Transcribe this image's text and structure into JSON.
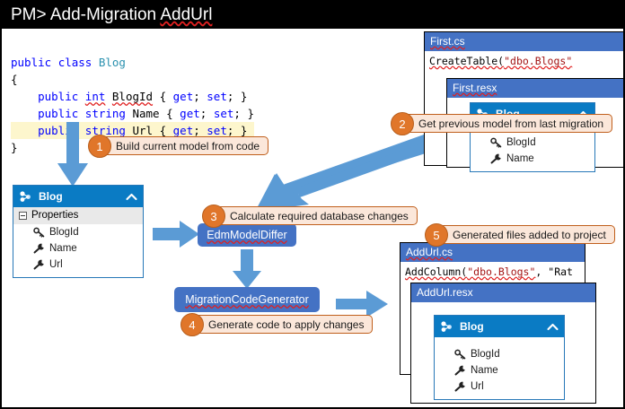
{
  "titlebar": {
    "prompt": "PM> Add-Migration ",
    "command": "AddUrl"
  },
  "code": {
    "lines": [
      {
        "parts": [
          {
            "t": "public ",
            "c": "kw"
          },
          {
            "t": "class ",
            "c": "kw"
          },
          {
            "t": "Blog",
            "c": "typ"
          }
        ]
      },
      {
        "parts": [
          {
            "t": "{",
            "c": "pl"
          }
        ]
      },
      {
        "parts": [
          {
            "t": "    public ",
            "c": "kw"
          },
          {
            "t": "int",
            "c": "kw sq"
          },
          {
            "t": " ",
            "c": "pl"
          },
          {
            "t": "BlogId",
            "c": "pl sq"
          },
          {
            "t": " { ",
            "c": "pl"
          },
          {
            "t": "get",
            "c": "kw"
          },
          {
            "t": "; ",
            "c": "pl"
          },
          {
            "t": "set",
            "c": "kw"
          },
          {
            "t": "; }",
            "c": "pl"
          }
        ]
      },
      {
        "parts": [
          {
            "t": "    public ",
            "c": "kw"
          },
          {
            "t": "string",
            "c": "kw"
          },
          {
            "t": " Name { ",
            "c": "pl"
          },
          {
            "t": "get",
            "c": "kw"
          },
          {
            "t": "; ",
            "c": "pl"
          },
          {
            "t": "set",
            "c": "kw"
          },
          {
            "t": "; }",
            "c": "pl"
          }
        ]
      },
      {
        "highlight": true,
        "parts": [
          {
            "t": "    public ",
            "c": "kw"
          },
          {
            "t": "string",
            "c": "kw"
          },
          {
            "t": " ",
            "c": "pl"
          },
          {
            "t": "Url",
            "c": "pl sq"
          },
          {
            "t": " { ",
            "c": "pl"
          },
          {
            "t": "get",
            "c": "kw"
          },
          {
            "t": "; ",
            "c": "pl"
          },
          {
            "t": "set",
            "c": "kw"
          },
          {
            "t": "; }",
            "c": "pl"
          }
        ]
      },
      {
        "parts": [
          {
            "t": "}",
            "c": "pl"
          }
        ]
      }
    ]
  },
  "callouts": [
    {
      "number": "1",
      "text": "Build current model from code"
    },
    {
      "number": "2",
      "text": "Get previous model from last migration"
    },
    {
      "number": "3",
      "text": "Calculate required database changes"
    },
    {
      "number": "4",
      "text": "Generate code to apply changes"
    },
    {
      "number": "5",
      "text": "Generated files added to project"
    }
  ],
  "current_model_panel": {
    "title": "Blog",
    "chevron": "chevron-up",
    "properties_label": "Properties",
    "properties": [
      {
        "name": "BlogId",
        "icon": "key-icon"
      },
      {
        "name": "Name",
        "icon": "wrench-icon"
      },
      {
        "name": "Url",
        "icon": "wrench-icon"
      }
    ]
  },
  "first_cs_card": {
    "filename": "First.cs",
    "code_prefix": "CreateTable(",
    "code_string": "\"dbo.Blogs\"",
    "code_suffix": ""
  },
  "first_resx_card": {
    "filename": "First.resx",
    "panel": {
      "title": "Blog",
      "chevron": "chevron-up",
      "properties": [
        {
          "name": "BlogId",
          "icon": "key-icon"
        },
        {
          "name": "Name",
          "icon": "wrench-icon"
        }
      ]
    }
  },
  "addurl_cs_card": {
    "filename": "AddUrl.cs",
    "code_prefix": "AddColumn(",
    "code_string": "\"dbo.Blogs\"",
    "code_suffix": ", \"Rat"
  },
  "addurl_resx_card": {
    "filename": "AddUrl.resx",
    "panel": {
      "title": "Blog",
      "chevron": "chevron-up",
      "properties": [
        {
          "name": "BlogId",
          "icon": "key-icon"
        },
        {
          "name": "Name",
          "icon": "wrench-icon"
        },
        {
          "name": "Url",
          "icon": "wrench-icon"
        }
      ]
    }
  },
  "process_boxes": [
    {
      "label": "EdmModelDiffer"
    },
    {
      "label": "MigrationCodeGenerator"
    }
  ],
  "colors": {
    "accent_blue": "#4472c4",
    "panel_blue": "#0a7bc4",
    "arrow_blue": "#5b9bd5",
    "callout_fill": "#fbe7da",
    "callout_border": "#c05f1c",
    "badge_orange": "#e0762a",
    "highlight_yellow": "#fdf6cd",
    "squiggle_red": "#e02020"
  }
}
